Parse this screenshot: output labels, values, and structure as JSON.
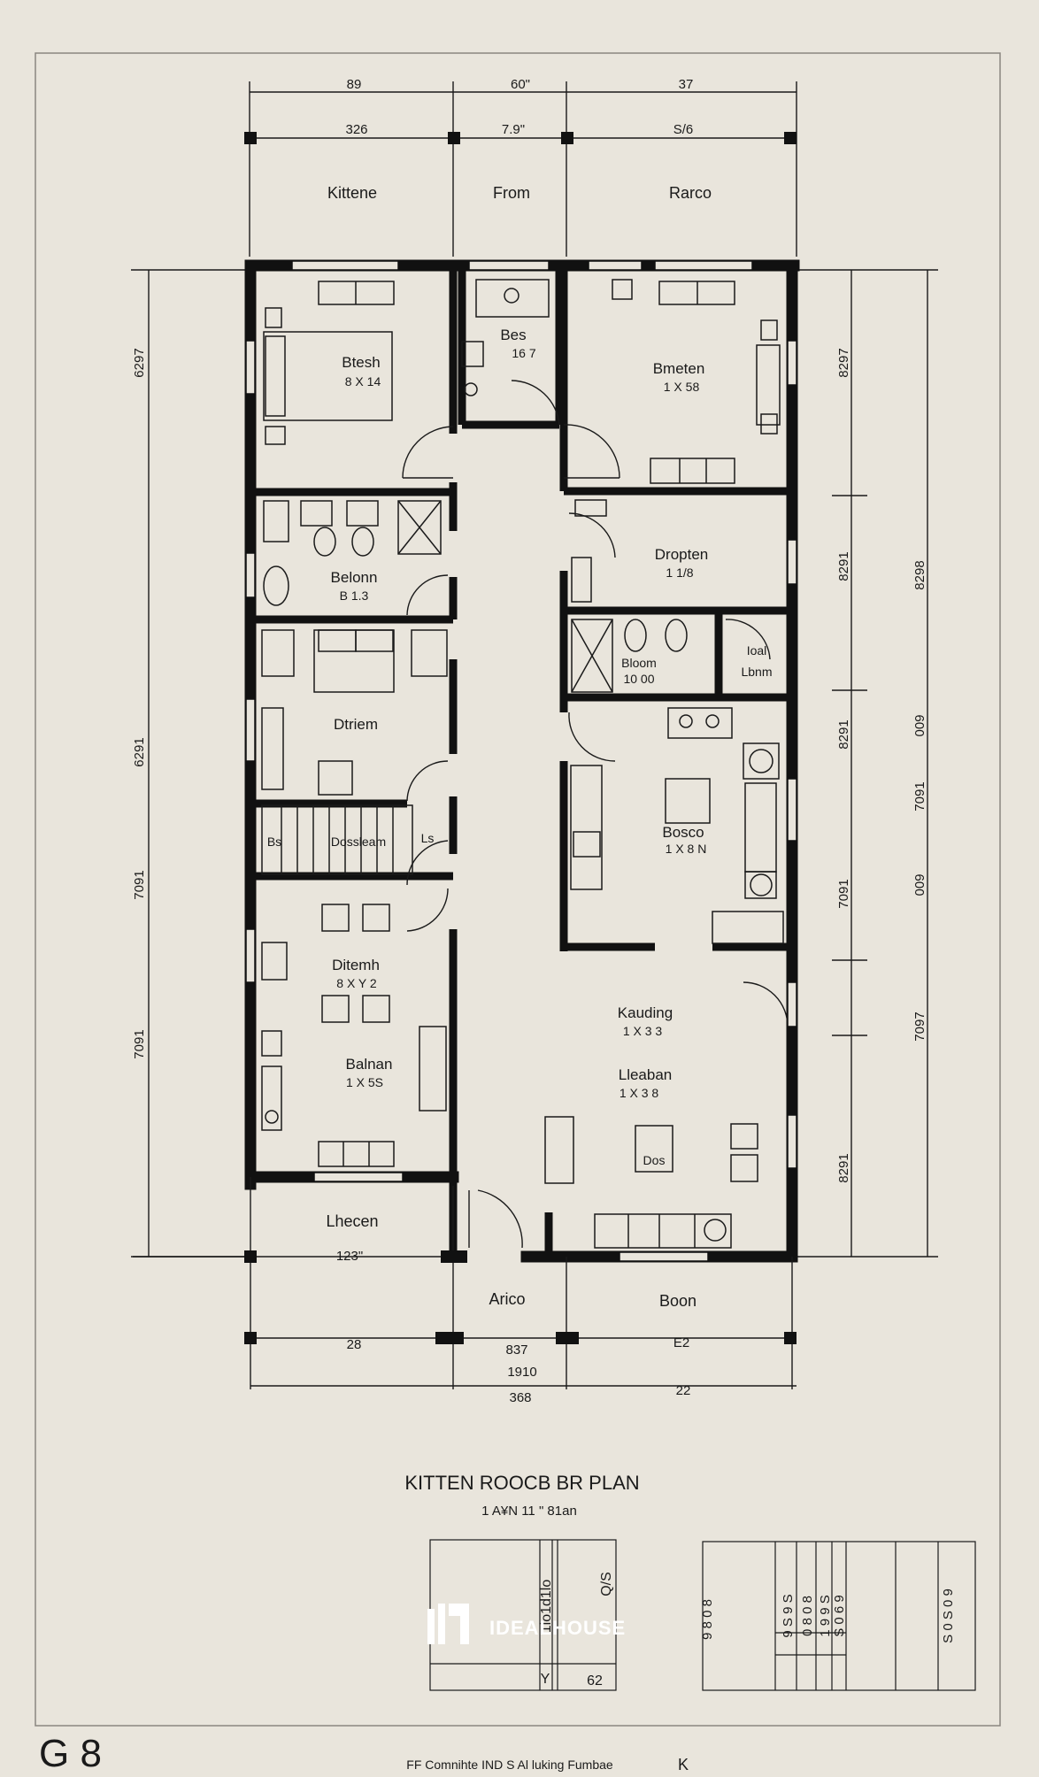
{
  "colors": {
    "paper": "#e9e5dc",
    "ink": "#1a1a1a",
    "wall": "#111111",
    "frame": "#8a8680"
  },
  "top_dimensions": {
    "outer": [
      "89",
      "60\"",
      "37"
    ],
    "inner": [
      "326",
      "7.9\"",
      "S/6"
    ]
  },
  "outdoor_labels": {
    "kittene": "Kittene",
    "from": "From",
    "rarco": "Rarco",
    "lhecen": "Lhecen",
    "arico": "Arico",
    "boon": "Boon"
  },
  "rooms": {
    "btesh": {
      "name": "Btesh",
      "dim": "8 X 14"
    },
    "bes": {
      "name": "Bes",
      "dim": "16 7"
    },
    "bmeten": {
      "name": "Bmeten",
      "dim": "1 X 58"
    },
    "belonn": {
      "name": "Belonn",
      "dim": "B 1.3"
    },
    "dropten": {
      "name": "Dropten",
      "dim": "1 1/8"
    },
    "bloom": {
      "name": "Bloom",
      "dim": "10 00"
    },
    "loal": {
      "name": "Ioal",
      "dim": "Lbnm"
    },
    "dtriem": {
      "name": "Dtriem"
    },
    "stair": {
      "name": "Dossleam",
      "left": "Bs",
      "right": "Ls"
    },
    "bosco": {
      "name": "Bosco",
      "dim": "1 X 8 N"
    },
    "ditemh": {
      "name": "Ditemh",
      "dim": "8 X Y 2"
    },
    "balnan": {
      "name": "Balnan",
      "dim": "1 X 5S"
    },
    "kauding": {
      "name": "Kauding",
      "dim": "1 X 3 3"
    },
    "lleaban": {
      "name": "Lleaban",
      "dim": "1 X 3 8"
    },
    "dos": {
      "name": "Dos"
    }
  },
  "side_dimensions": {
    "left": [
      "6297",
      "6291",
      "7091",
      "7091"
    ],
    "right_inner": [
      "8297",
      "8291",
      "8291",
      "7091",
      "8291"
    ],
    "right_outer": [
      "8298",
      "009",
      "7091",
      "009",
      "7097"
    ]
  },
  "bottom_dimensions": {
    "row1": [
      "123\"",
      "28",
      "837",
      "E2"
    ],
    "sub": "1910",
    "row2": [
      "368",
      "22"
    ]
  },
  "title_block": {
    "title": "KITTEN ROOCB BR  PLAN",
    "subtitle": "1 A¥N 11 \" 81an"
  },
  "legend": {
    "left_cols": [
      "1lo1d1lo",
      "Q/S"
    ],
    "left_bottom": [
      "Y",
      "62"
    ],
    "right_rows": [
      "9 S 9 S",
      "0 8 0 8",
      "1 9 9 S",
      "S 0 6 9"
    ],
    "right_side": "9 8 0 8",
    "right_end": "S 0 S 0 9"
  },
  "watermark": {
    "text": "IDEALHOUSE",
    "logo": "building-logo-icon"
  },
  "footer": {
    "sheet": "G 8",
    "caption": "FF Comnihte IND S Al luking Fumbae",
    "mark": "K"
  }
}
